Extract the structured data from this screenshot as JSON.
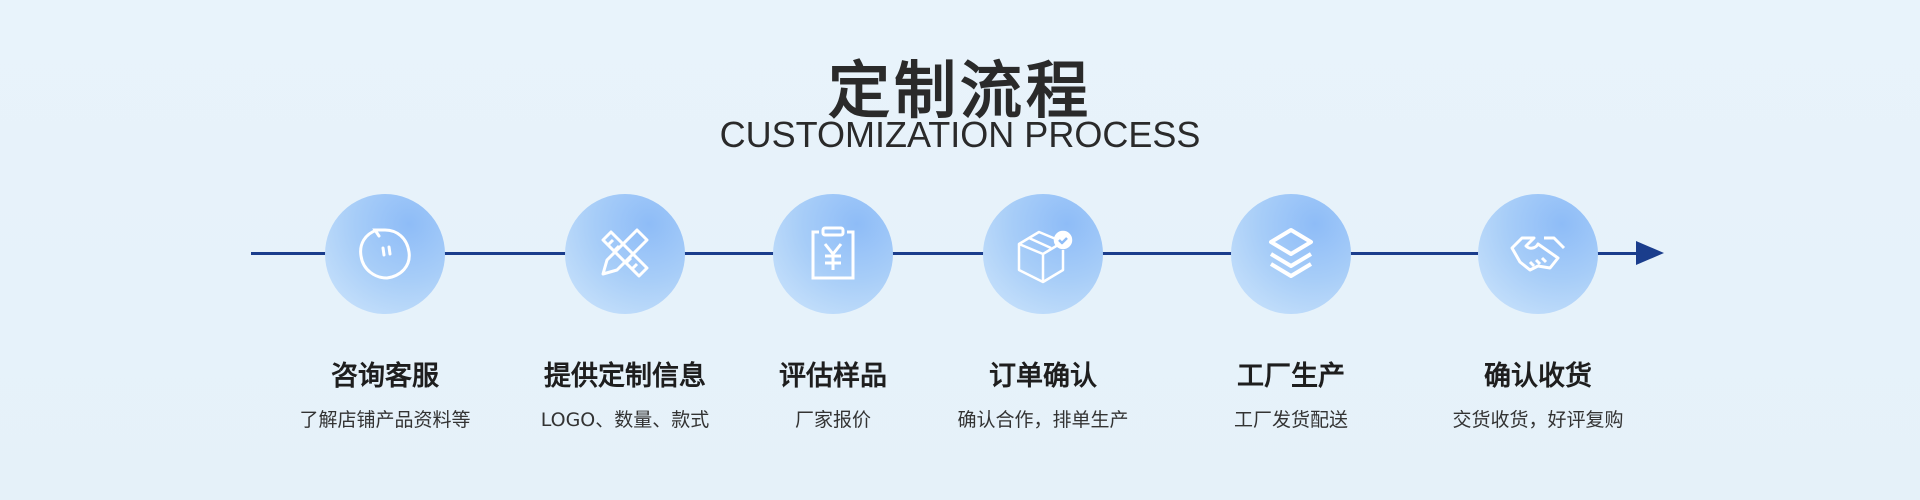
{
  "header": {
    "title": "定制流程",
    "subtitle": "CUSTOMIZATION PROCESS"
  },
  "steps": [
    {
      "icon": "chat-bubble-icon",
      "title": "咨询客服",
      "desc": "了解店铺产品资料等"
    },
    {
      "icon": "pencil-ruler-icon",
      "title": "提供定制信息",
      "desc": "LOGO、数量、款式"
    },
    {
      "icon": "clipboard-yen-icon",
      "title": "评估样品",
      "desc": "厂家报价"
    },
    {
      "icon": "box-check-icon",
      "title": "订单确认",
      "desc": "确认合作，排单生产"
    },
    {
      "icon": "layers-icon",
      "title": "工厂生产",
      "desc": "工厂发货配送"
    },
    {
      "icon": "handshake-icon",
      "title": "确认收货",
      "desc": "交货收货，好评复购"
    }
  ],
  "colors": {
    "line": "#1a3d8c",
    "circle": "#a7cdf8"
  }
}
